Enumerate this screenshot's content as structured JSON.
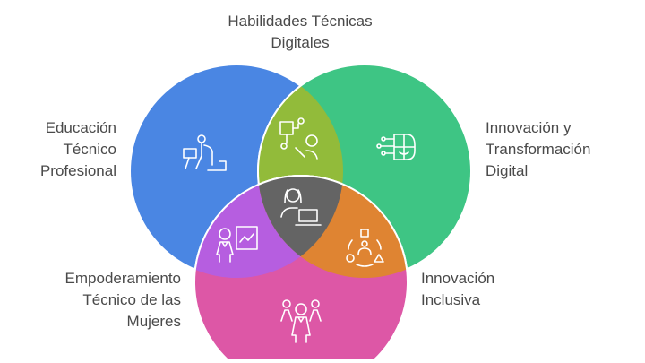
{
  "labels": {
    "top": "Habilidades Técnicas\nDigitales",
    "left": "Educación\nTécnico\nProfesional",
    "right": "Innovación y\nTransformación\nDigital",
    "bottom_left": "Empoderamiento\nTécnico de las\nMujeres",
    "bottom_right": "Innovación\nInclusiva"
  },
  "colors": {
    "blue": "#4a86e3",
    "green": "#3ec584",
    "pink": "#dd57a6",
    "blue_green": "#92bb3a",
    "blue_pink": "#b65ee0",
    "green_pink": "#df8432",
    "center": "#646464"
  }
}
